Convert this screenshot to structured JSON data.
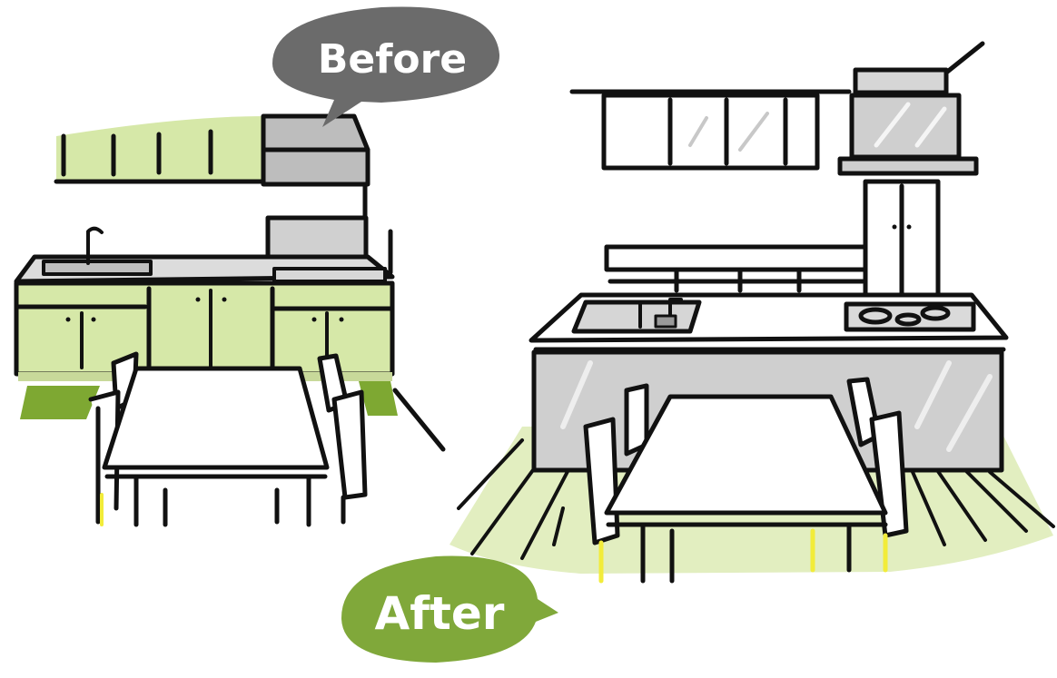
{
  "labels": {
    "before": "Before",
    "after": "After"
  },
  "colors": {
    "before_bubble": "#6b6b6b",
    "after_bubble": "#80a83a",
    "cabinet_green": "#d6e8a8",
    "floor_green": "#7ea832",
    "floor_light_green": "#e2eec0",
    "stainless": "#cfcfcf",
    "outline": "#111111",
    "chair_leg_tip": "#f2ec3a"
  },
  "icons": [
    "speech-bubble",
    "faucet",
    "stove-burner",
    "range-hood",
    "kitchen-cabinet",
    "dining-table",
    "dining-chair"
  ]
}
